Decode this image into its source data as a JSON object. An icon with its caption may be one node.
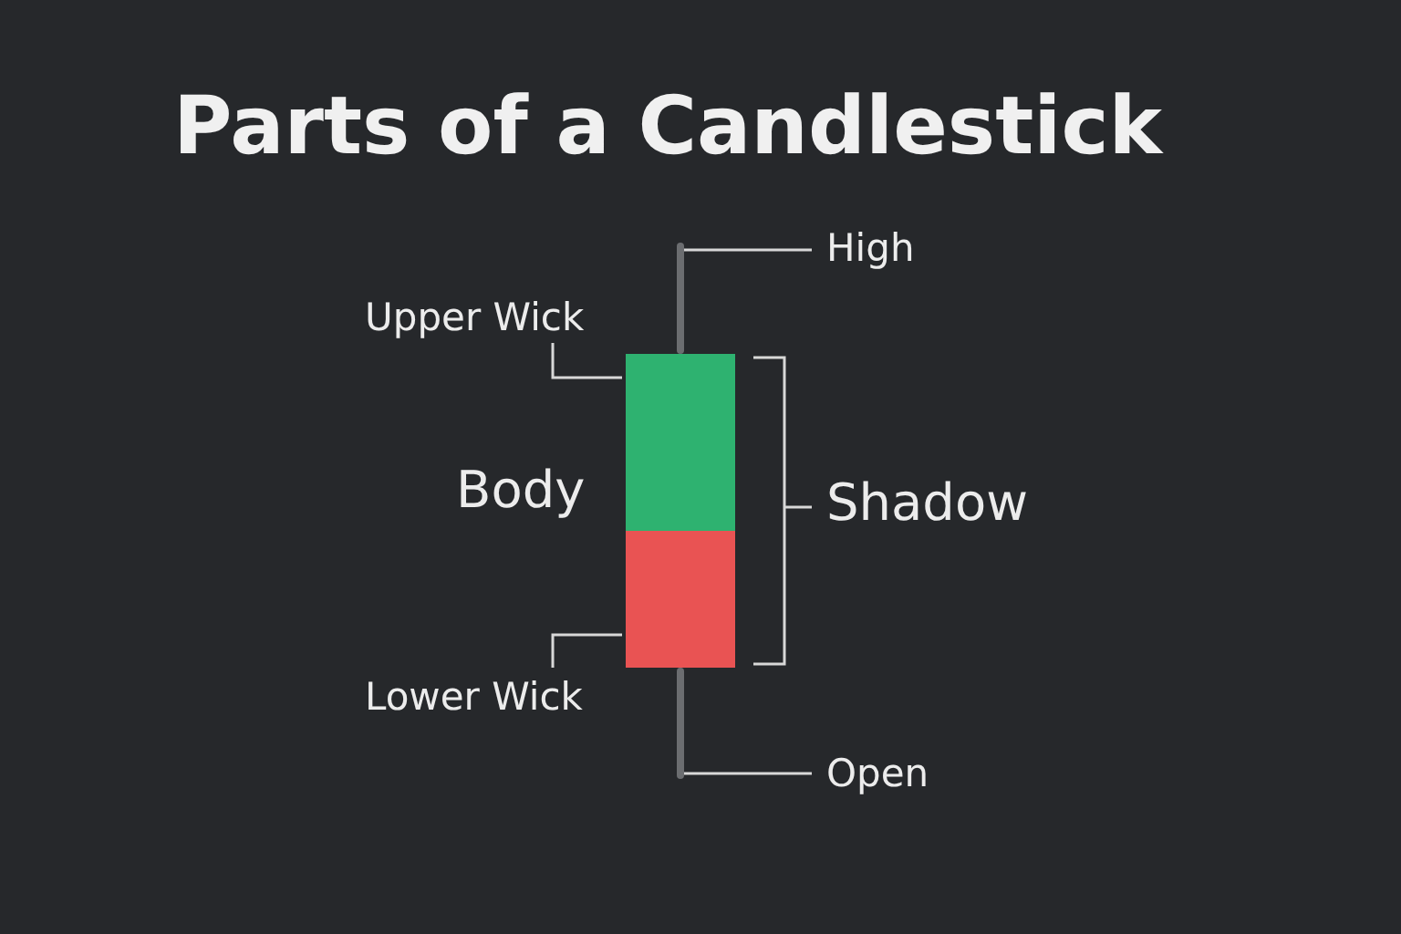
{
  "diagram": {
    "title": "Parts of a Candlestick",
    "nodes": [
      {
        "text": [
          "High"
        ]
      },
      {
        "text": [],
        "shape": "bar"
      },
      {
        "text": [
          "Upper Wick"
        ]
      },
      {
        "text": [],
        "shape": "box"
      },
      {
        "text": [],
        "shape": "box"
      },
      {
        "text": [
          "Lower Wick"
        ]
      },
      {
        "text": [],
        "shape": "bar"
      },
      {
        "text": [
          "Open"
        ]
      }
    ],
    "edges": [
      {
        "from": 0,
        "to": 1,
        "arrow": "none"
      },
      {
        "from": 2,
        "to": 3,
        "arrow": "none"
      },
      {
        "from": 5,
        "to": 4,
        "arrow": "none"
      },
      {
        "from": 7,
        "to": 6,
        "arrow": "none"
      }
    ],
    "labels": [
      "Body",
      "Shadow"
    ]
  }
}
